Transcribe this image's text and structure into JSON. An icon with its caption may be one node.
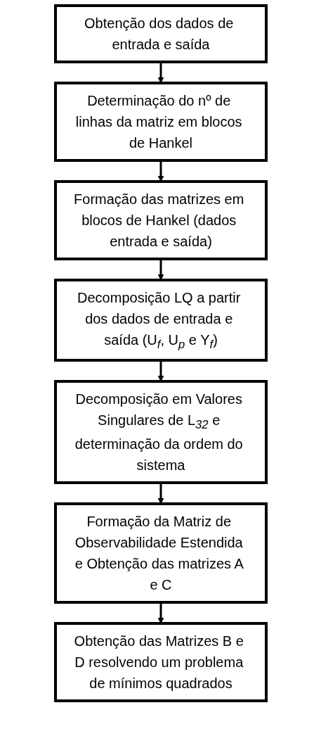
{
  "diagram": {
    "nodes": [
      {
        "text": [
          "Obtenção dos dados de entrada e saída"
        ]
      },
      {
        "text": [
          "Determinação do nº de linhas da matriz em blocos de Hankel"
        ]
      },
      {
        "text": [
          "Formação das matrizes em blocos de Hankel (dados entrada e saída)"
        ]
      },
      {
        "text": [
          "Decomposição LQ a partir dos dados de entrada e saída (U$_{f}$, U$_{p}$ e Y$_{f}$)"
        ]
      },
      {
        "text": [
          "Decomposição em Valores Singulares de L$_{32}$ e determinação da ordem do sistema"
        ]
      },
      {
        "text": [
          "Formação da Matriz de Observabilidade Estendida e Obtenção das matrizes A e C"
        ]
      },
      {
        "text": [
          "Obtenção das Matrizes B e D resolvendo um problema de mínimos quadrados"
        ]
      }
    ],
    "edges": [
      {
        "from": 0,
        "to": 1,
        "arrow": "to"
      },
      {
        "from": 1,
        "to": 2,
        "arrow": "to"
      },
      {
        "from": 2,
        "to": 3,
        "arrow": "to"
      },
      {
        "from": 3,
        "to": 4,
        "arrow": "to"
      },
      {
        "from": 4,
        "to": 5,
        "arrow": "to"
      },
      {
        "from": 5,
        "to": 6,
        "arrow": "to"
      }
    ]
  }
}
